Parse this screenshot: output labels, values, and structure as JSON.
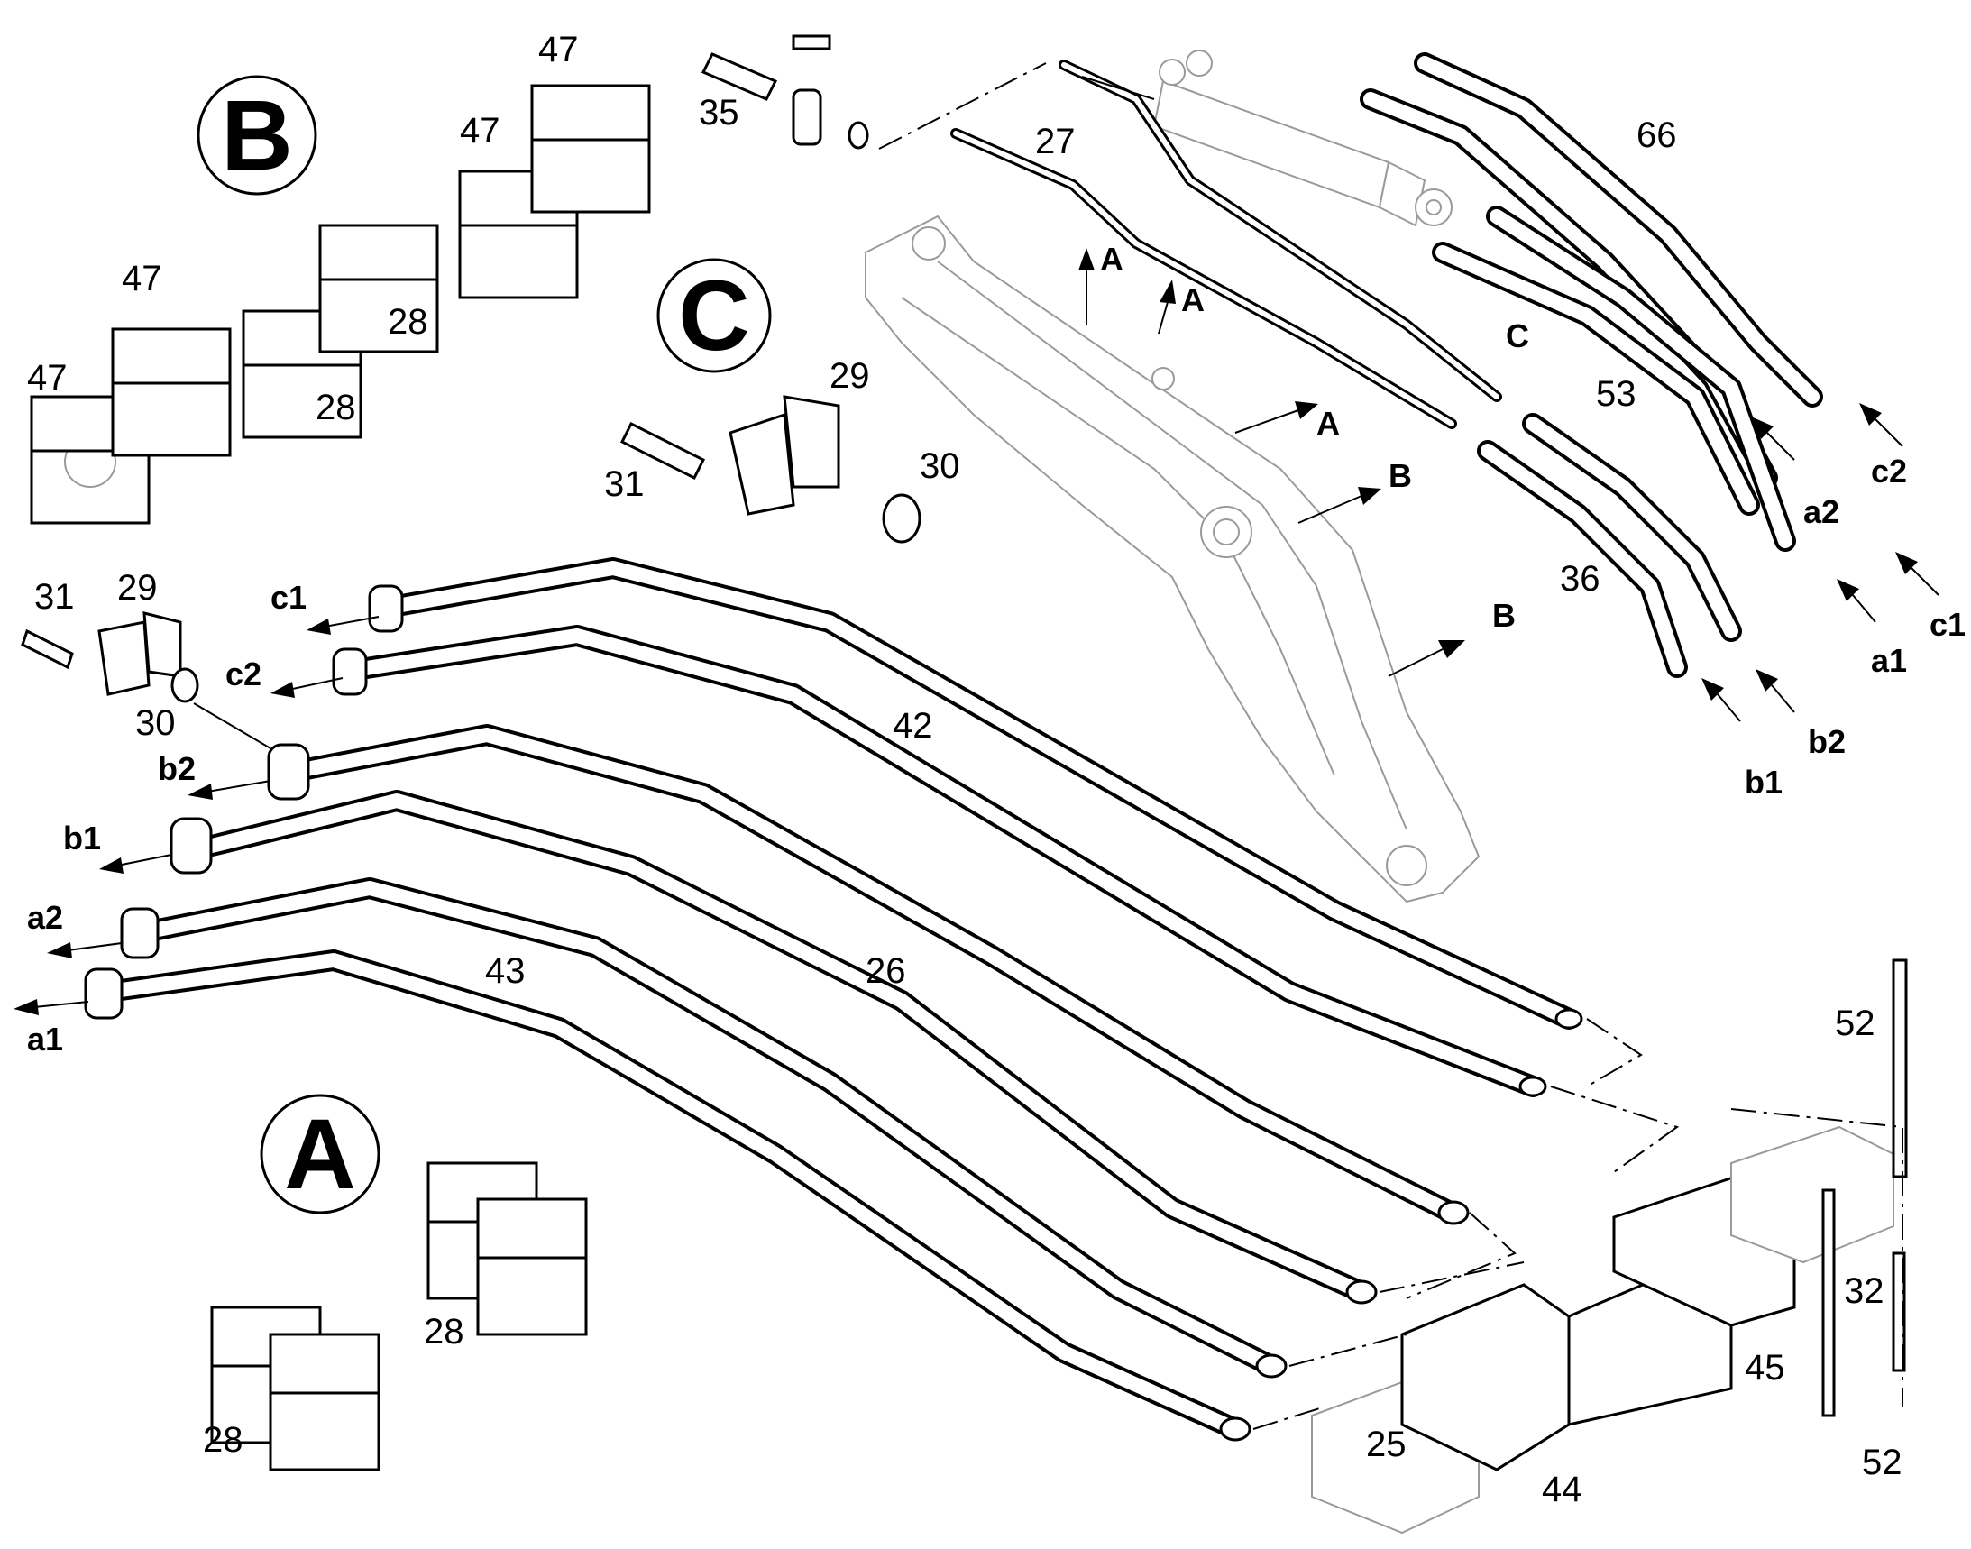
{
  "groups": {
    "a": "A",
    "b": "B",
    "c": "C"
  },
  "parts": {
    "p25": "25",
    "p26": "26",
    "p27": "27",
    "p28": "28",
    "p29": "29",
    "p30": "30",
    "p31": "31",
    "p32": "32",
    "p35": "35",
    "p36": "36",
    "p42": "42",
    "p43": "43",
    "p44": "44",
    "p45": "45",
    "p47": "47",
    "p52": "52",
    "p53": "53",
    "p66": "66"
  },
  "ports": {
    "a1": "a1",
    "a2": "a2",
    "b1": "b1",
    "b2": "b2",
    "c1": "c1",
    "c2": "c2"
  }
}
